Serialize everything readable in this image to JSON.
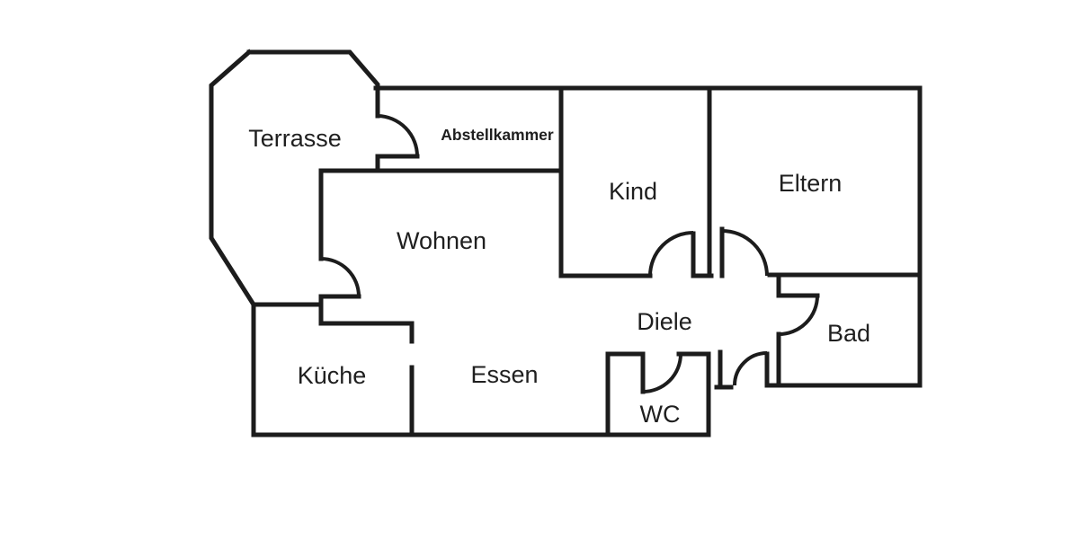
{
  "floor_plan": {
    "type": "apartment-floor-plan",
    "language": "de",
    "background_color": "#ffffff",
    "wall_color": "#1c1c1c",
    "label_color": "#1f1f1f",
    "rooms": {
      "terrasse": {
        "label": "Terrasse"
      },
      "abstellkammer": {
        "label": "Abstellkammer"
      },
      "wohnen": {
        "label": "Wohnen"
      },
      "kind": {
        "label": "Kind"
      },
      "eltern": {
        "label": "Eltern"
      },
      "diele": {
        "label": "Diele"
      },
      "bad": {
        "label": "Bad"
      },
      "kueche": {
        "label": "Küche"
      },
      "essen": {
        "label": "Essen"
      },
      "wc": {
        "label": "WC"
      }
    },
    "doors": [
      {
        "from": "Terrasse",
        "to": "Abstellkammer"
      },
      {
        "from": "Terrasse",
        "to": "Wohnen"
      },
      {
        "from": "Diele",
        "to": "Kind"
      },
      {
        "from": "Diele",
        "to": "Eltern"
      },
      {
        "from": "Diele",
        "to": "Bad"
      },
      {
        "from": "Diele",
        "to": "WC"
      },
      {
        "from": "Diele",
        "to": "exterior"
      }
    ],
    "open_areas": [
      "Wohnen",
      "Essen",
      "Diele"
    ]
  }
}
